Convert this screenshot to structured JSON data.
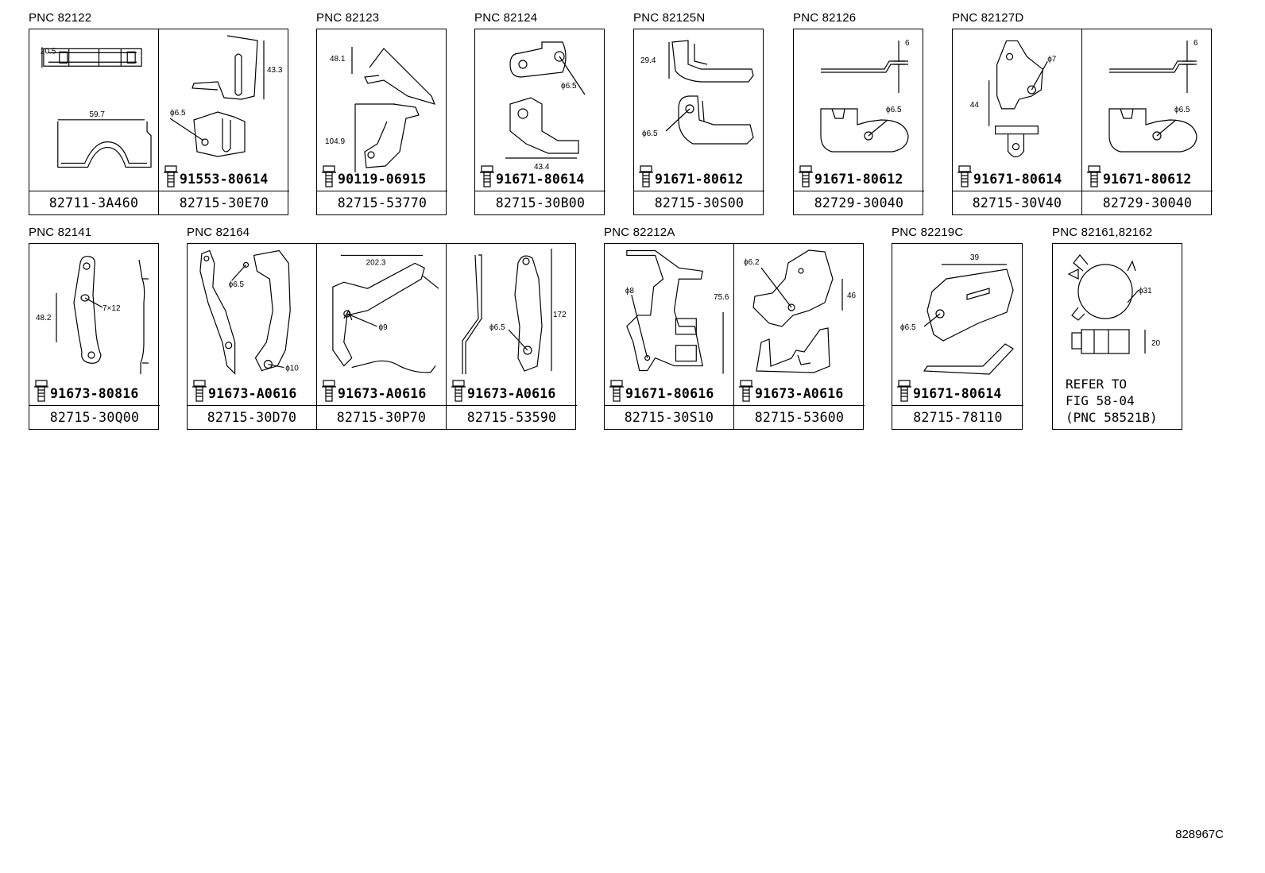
{
  "groups": [
    {
      "pnc": "PNC 82122",
      "cells": [
        {
          "bolt": "",
          "part": "82711-3A460",
          "dims": [
            "20.5",
            "59.7"
          ]
        },
        {
          "bolt": "91553-80614",
          "part": "82715-30E70",
          "dims": [
            "43.3",
            "ϕ6.5"
          ]
        }
      ]
    },
    {
      "pnc": "PNC 82123",
      "cells": [
        {
          "bolt": "90119-06915",
          "part": "82715-53770",
          "dims": [
            "48.1",
            "104.9"
          ]
        }
      ]
    },
    {
      "pnc": "PNC 82124",
      "cells": [
        {
          "bolt": "91671-80614",
          "part": "82715-30B00",
          "dims": [
            "ϕ6.5",
            "43.4"
          ]
        }
      ]
    },
    {
      "pnc": "PNC 82125N",
      "cells": [
        {
          "bolt": "91671-80612",
          "part": "82715-30S00",
          "dims": [
            "29.4",
            "ϕ6.5"
          ]
        }
      ]
    },
    {
      "pnc": "PNC 82126",
      "cells": [
        {
          "bolt": "91671-80612",
          "part": "82729-30040",
          "dims": [
            "6",
            "ϕ6.5"
          ]
        }
      ]
    },
    {
      "pnc": "PNC 82127D",
      "cells": [
        {
          "bolt": "91671-80614",
          "part": "82715-30V40",
          "dims": [
            "ϕ7",
            "44"
          ]
        },
        {
          "bolt": "91671-80612",
          "part": "82729-30040",
          "dims": [
            "6",
            "ϕ6.5"
          ]
        }
      ]
    },
    {
      "pnc": "PNC 82141",
      "cells": [
        {
          "bolt": "91673-80816",
          "part": "82715-30Q00",
          "dims": [
            "48.2",
            "7×12"
          ]
        }
      ]
    },
    {
      "pnc": "PNC 82164",
      "cells": [
        {
          "bolt": "91673-A0616",
          "part": "82715-30D70",
          "dims": [
            "ϕ6.5",
            "ϕ10"
          ]
        },
        {
          "bolt": "91673-A0616",
          "part": "82715-30P70",
          "dims": [
            "202.3",
            "ϕ9"
          ]
        },
        {
          "bolt": "91673-A0616",
          "part": "82715-53590",
          "dims": [
            "172",
            "ϕ6.5"
          ]
        }
      ]
    },
    {
      "pnc": "PNC 82212A",
      "cells": [
        {
          "bolt": "91671-80616",
          "part": "82715-30S10",
          "dims": [
            "ϕ8",
            "75.6"
          ]
        },
        {
          "bolt": "91673-A0616",
          "part": "82715-53600",
          "dims": [
            "ϕ6.2",
            "46"
          ]
        }
      ]
    },
    {
      "pnc": "PNC 82219C",
      "cells": [
        {
          "bolt": "91671-80614",
          "part": "82715-78110",
          "dims": [
            "39",
            "ϕ6.5"
          ]
        }
      ]
    },
    {
      "pnc": "PNC 82161,82162",
      "cells": [
        {
          "bolt": "",
          "part": "",
          "dims": [
            "ϕ31",
            "20"
          ],
          "refer": [
            "REFER TO",
            "FIG 58-04",
            "(PNC 58521B)"
          ]
        }
      ]
    }
  ],
  "stamp": "828967C",
  "icons": {
    "bolt": "hex-flange-bolt-icon"
  }
}
